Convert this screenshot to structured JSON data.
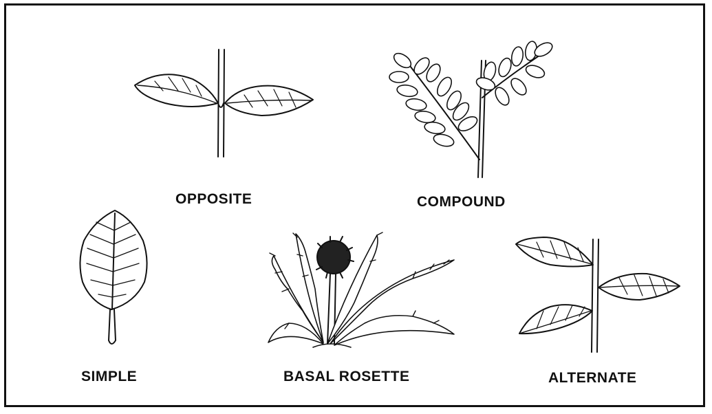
{
  "diagram": {
    "labels": {
      "opposite": "OPPOSITE",
      "compound": "COMPOUND",
      "simple": "SIMPLE",
      "basal_rosette": "BASAL ROSETTE",
      "alternate": "ALTERNATE"
    }
  }
}
